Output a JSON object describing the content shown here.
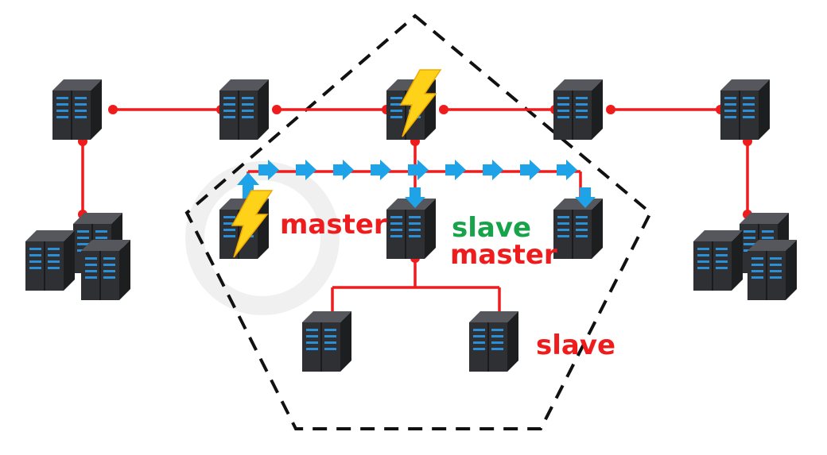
{
  "labels": {
    "master_top": "master",
    "slave_mid": "slave",
    "master_mid": "master",
    "slave_bottom": "slave"
  },
  "colors": {
    "link": "#ee1c1c",
    "replication_arrow": "#1fa3e8",
    "master_text": "#ee1c1c",
    "slave_text": "#17a34a",
    "boundary": "#111111",
    "server_body": "#2f3033",
    "server_led": "#2c8fd6",
    "bolt": "#ffd21a"
  },
  "icons": {
    "server": "server-rack-icon",
    "failure": "lightning-bolt-icon",
    "replication": "arrow-right-icon"
  }
}
